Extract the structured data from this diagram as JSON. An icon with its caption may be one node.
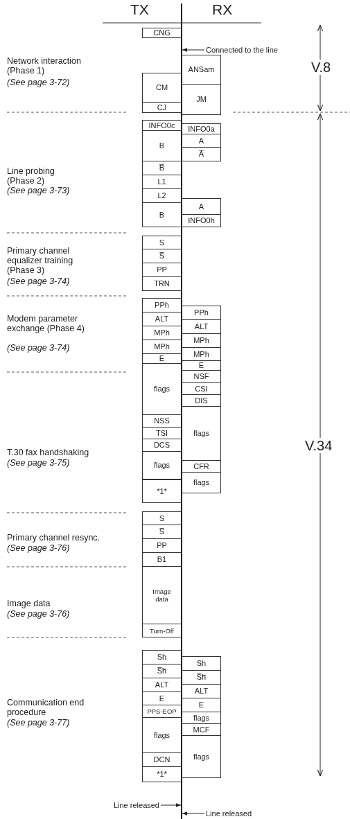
{
  "diagram": {
    "nodes": [
      {
        "text": [
          "CNG"
        ]
      },
      {
        "text": [
          "Connected to the line"
        ]
      },
      {
        "text": [
          "ANSam"
        ]
      },
      {
        "text": [
          "CM"
        ]
      },
      {
        "text": [
          "JM"
        ]
      },
      {
        "text": [
          "CJ"
        ]
      },
      {
        "text": [
          "INFO0c"
        ]
      },
      {
        "text": [
          "INFO0a"
        ]
      },
      {
        "text": [
          "B"
        ]
      },
      {
        "text": [
          "A"
        ]
      },
      {
        "text": [
          "A̅"
        ]
      },
      {
        "text": [
          "B̅"
        ]
      },
      {
        "text": [
          "L1"
        ]
      },
      {
        "text": [
          "L2"
        ]
      },
      {
        "text": [
          "A"
        ]
      },
      {
        "text": [
          "B"
        ]
      },
      {
        "text": [
          "INFO0h"
        ]
      },
      {
        "text": [
          "S"
        ]
      },
      {
        "text": [
          "S̅"
        ]
      },
      {
        "text": [
          "PP"
        ]
      },
      {
        "text": [
          "TRN"
        ]
      },
      {
        "text": [
          "PPh"
        ]
      },
      {
        "text": [
          "PPh"
        ]
      },
      {
        "text": [
          "ALT"
        ]
      },
      {
        "text": [
          "ALT"
        ]
      },
      {
        "text": [
          "MPh"
        ]
      },
      {
        "text": [
          "MPh"
        ]
      },
      {
        "text": [
          "MPh"
        ]
      },
      {
        "text": [
          "MPh"
        ]
      },
      {
        "text": [
          "E"
        ]
      },
      {
        "text": [
          "E"
        ]
      },
      {
        "text": [
          "flags"
        ]
      },
      {
        "text": [
          "NSF"
        ]
      },
      {
        "text": [
          "CSI"
        ]
      },
      {
        "text": [
          "DIS"
        ]
      },
      {
        "text": [
          "flags"
        ]
      },
      {
        "text": [
          "NSS"
        ]
      },
      {
        "text": [
          "TSI"
        ]
      },
      {
        "text": [
          "DCS"
        ]
      },
      {
        "text": [
          "flags"
        ]
      },
      {
        "text": [
          "CFR"
        ]
      },
      {
        "text": [
          "flags"
        ]
      },
      {
        "text": [
          "*1*"
        ]
      },
      {
        "text": [
          "S"
        ]
      },
      {
        "text": [
          "S̅"
        ]
      },
      {
        "text": [
          "PP"
        ]
      },
      {
        "text": [
          "B1"
        ]
      },
      {
        "text": [
          "Image data"
        ]
      },
      {
        "text": [
          "Turn-Off"
        ]
      },
      {
        "text": [
          "Sh"
        ]
      },
      {
        "text": [
          "Sh"
        ]
      },
      {
        "text": [
          "S̅h̅"
        ]
      },
      {
        "text": [
          "S̅h̅"
        ]
      },
      {
        "text": [
          "ALT"
        ]
      },
      {
        "text": [
          "ALT"
        ]
      },
      {
        "text": [
          "E"
        ]
      },
      {
        "text": [
          "E"
        ]
      },
      {
        "text": [
          "PPS-EOP"
        ]
      },
      {
        "text": [
          "flags"
        ]
      },
      {
        "text": [
          "flags"
        ]
      },
      {
        "text": [
          "MCF"
        ]
      },
      {
        "text": [
          "flags"
        ]
      },
      {
        "text": [
          "DCN"
        ]
      },
      {
        "text": [
          "*1*"
        ]
      },
      {
        "text": [
          "Line released"
        ]
      },
      {
        "text": [
          "Line released"
        ]
      },
      {
        "text": [],
        "shape": "bar"
      }
    ],
    "edges": [
      {
        "from": 1,
        "to": 66,
        "arrow": "to"
      },
      {
        "from": 64,
        "to": 66,
        "arrow": "to"
      },
      {
        "from": 65,
        "to": 66,
        "arrow": "to"
      }
    ],
    "labels": [
      "TX",
      "RX",
      "V.8",
      "Network interaction (Phase 1)",
      "(See page 3-72)",
      "Line probing (Phase 2)",
      "(See page 3-73)",
      "Primary channel equalizer training (Phase 3)",
      "(See page 3-74)",
      "Modem parameter exchange (Phase 4)",
      "(See page 3-74)",
      "T.30 fax handshaking",
      "(See page 3-75)",
      "V.34",
      "Primary channel resync.",
      "(See page 3-76)",
      "Image data",
      "(See page 3-76)",
      "Communication end procedure",
      "(See page 3-77)"
    ]
  }
}
